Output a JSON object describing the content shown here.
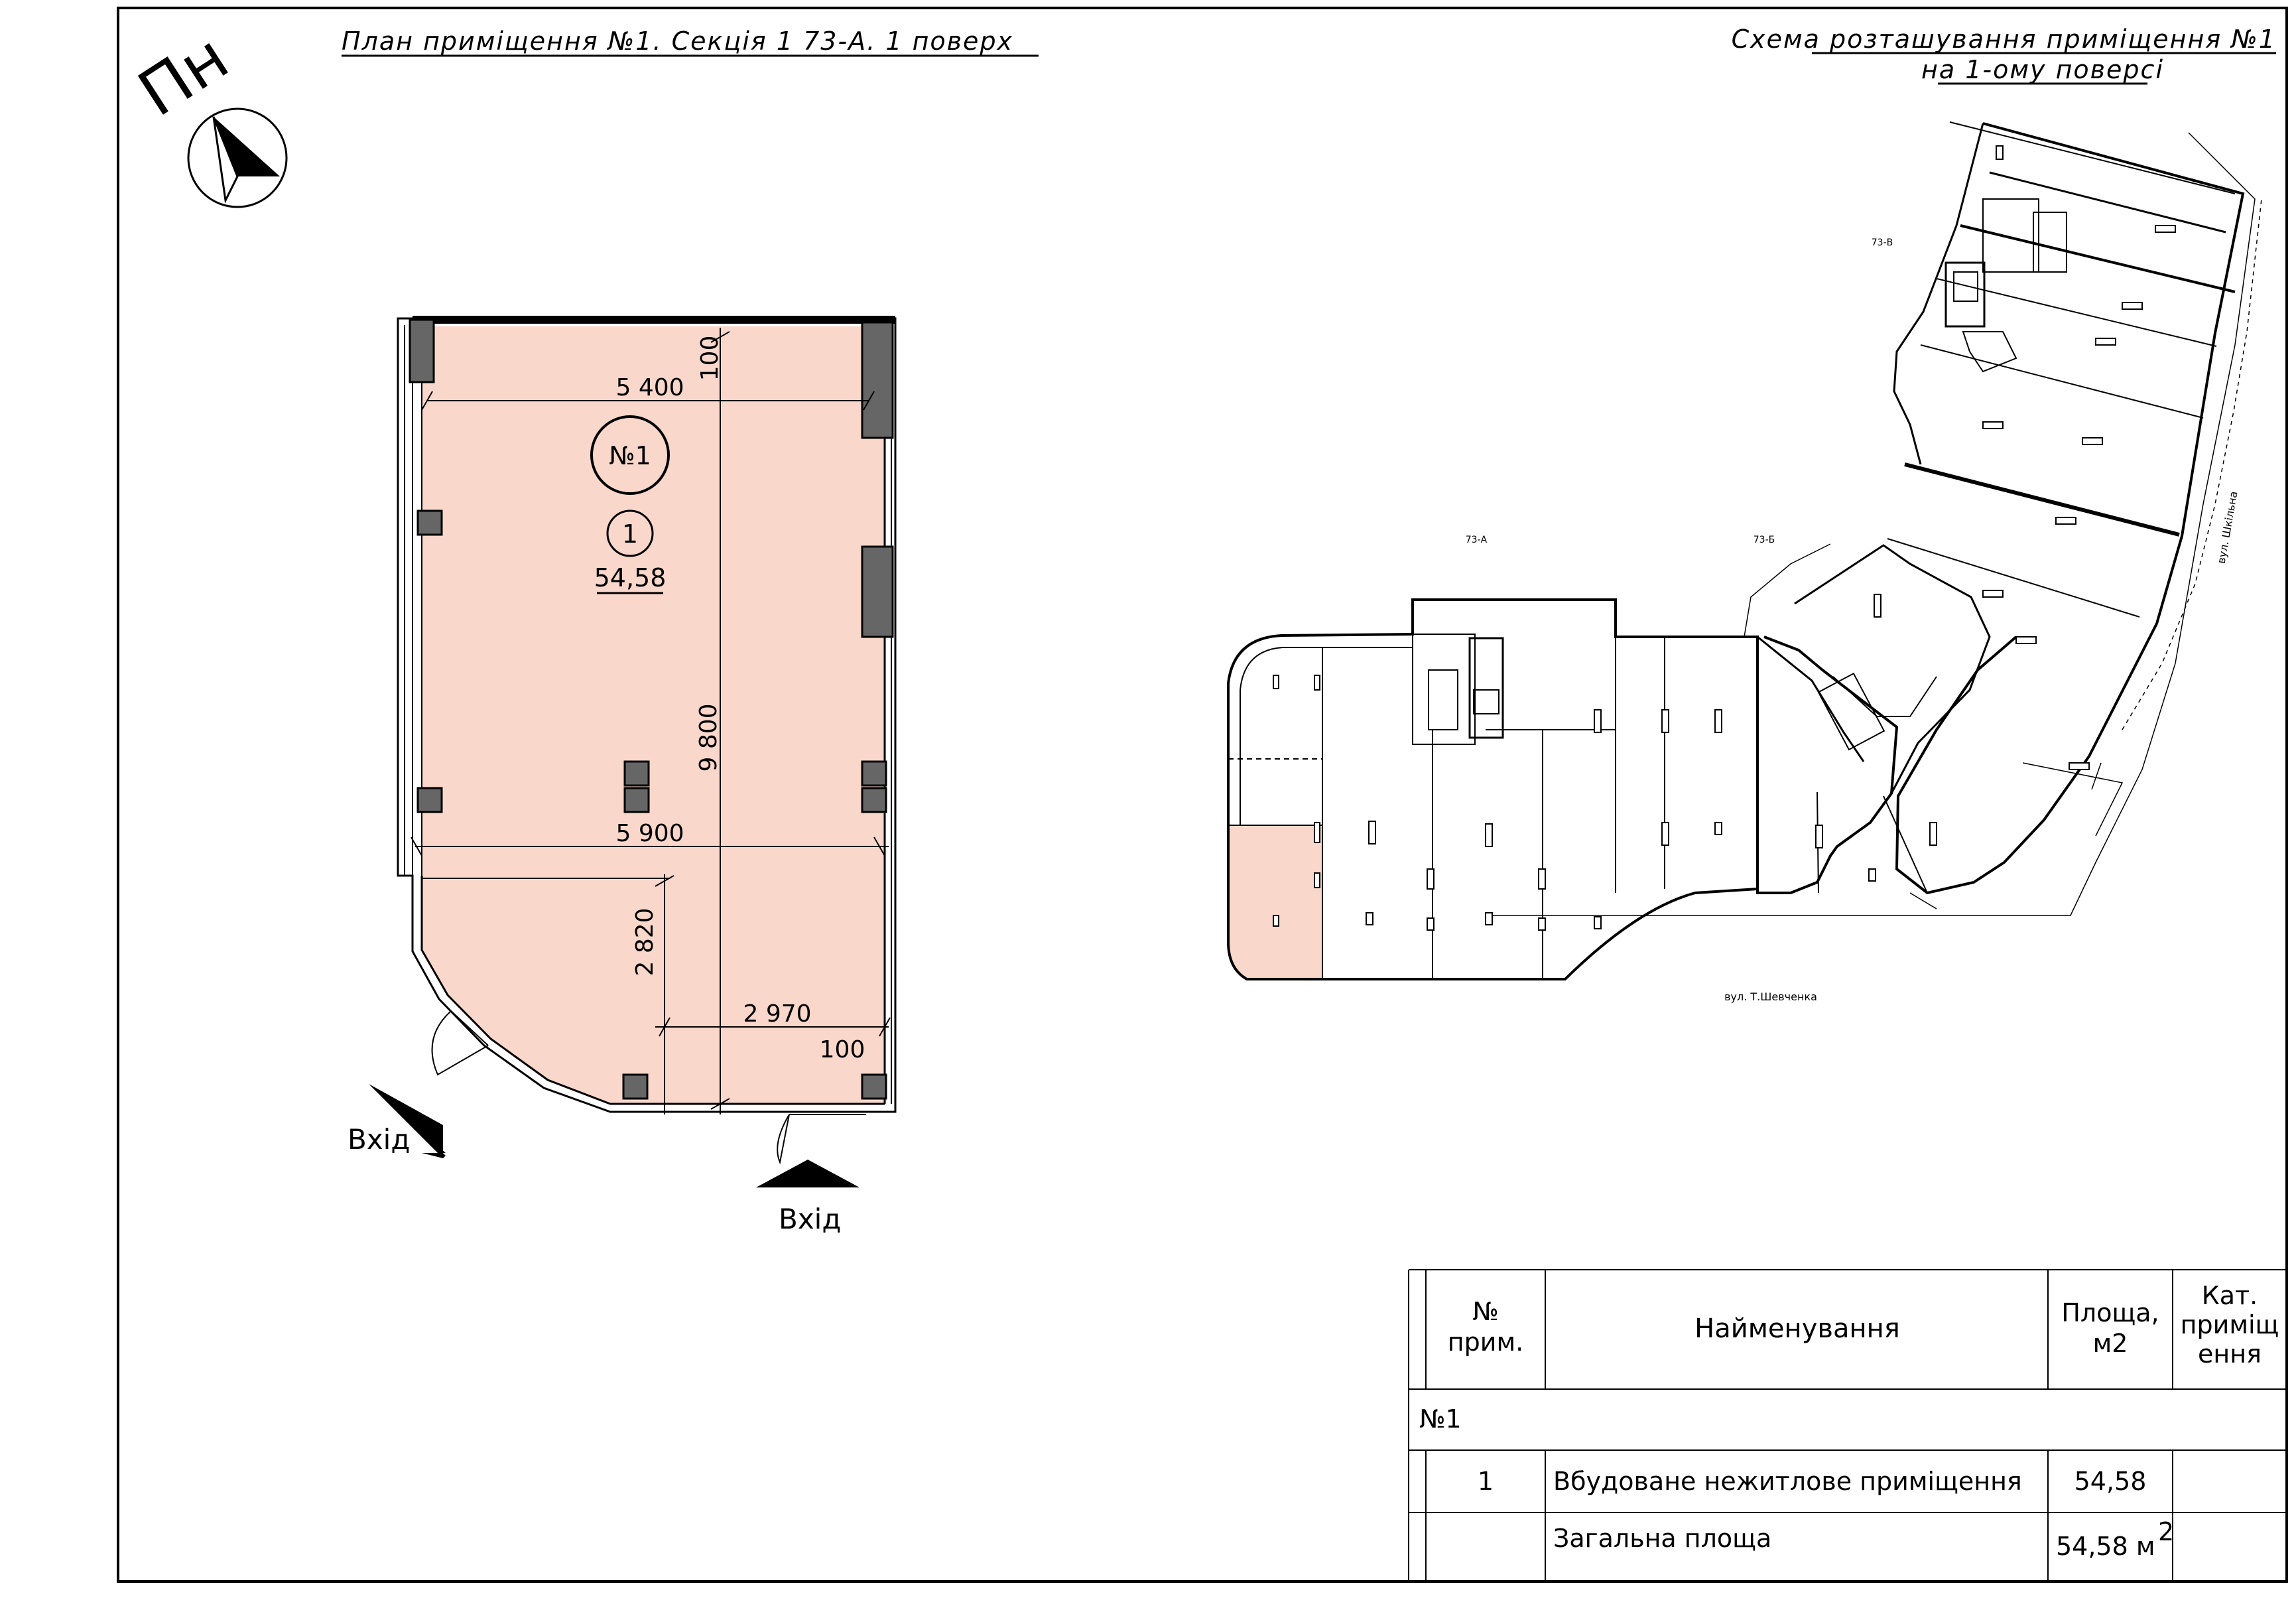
{
  "header": {
    "plan_title": "План приміщення №1. Секція 1 73-А. 1 поверх",
    "scheme_title_line1": "Схема розташування приміщення №1",
    "scheme_title_line2": "на 1-ому поверсі"
  },
  "compass": {
    "label": "Пн",
    "icon": "north-arrow-icon"
  },
  "plan": {
    "room_number": "№1",
    "room_index": "1",
    "room_area": "54,58",
    "fill_color": "#f9d8cb",
    "dimensions": {
      "top_width": "5 400",
      "top_offset": "100",
      "height": "9 800",
      "mid_width": "5 900",
      "corner_height": "2 820",
      "corner_width": "2 970",
      "corner_offset": "100"
    },
    "entrances": {
      "left": "Вхід",
      "bottom": "Вхід"
    }
  },
  "scheme": {
    "section_a": "73-А",
    "section_b": "73-Б",
    "section_v": "73-В",
    "street_south": "вул. Т.Шевченка",
    "street_east": "вул. Шкільна",
    "highlight_color": "#f9d8cb"
  },
  "table": {
    "headers": {
      "number": [
        "№",
        "прим."
      ],
      "name": "Найменування",
      "area": [
        "Площа,",
        "м2"
      ],
      "category": [
        "Кат.",
        "приміщ",
        "ення"
      ]
    },
    "group_label": "№1",
    "rows": [
      {
        "number": "1",
        "name": "Вбудоване нежитлове приміщення",
        "area": "54,58",
        "category": ""
      }
    ],
    "total": {
      "label": "Загальна площа",
      "value": "54,58 м",
      "unit_sup": "2"
    }
  }
}
